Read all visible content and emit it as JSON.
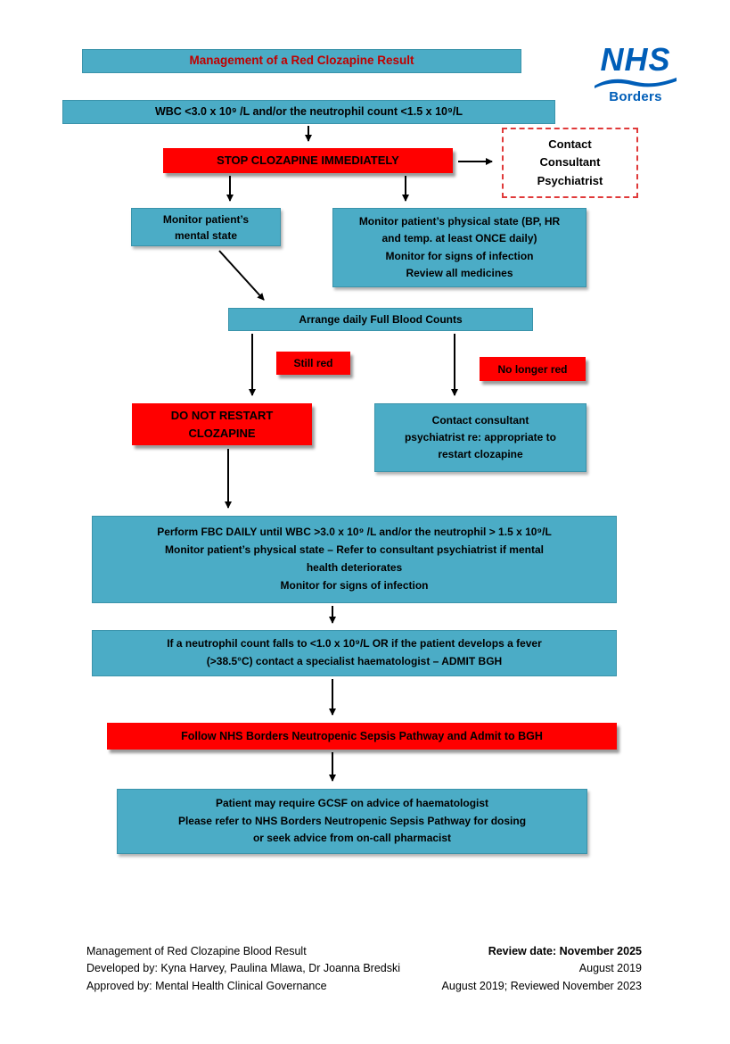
{
  "header": {
    "title": "Management of a Red Clozapine Result",
    "logo": {
      "org": "NHS",
      "region": "Borders"
    }
  },
  "colors": {
    "teal": "#4BACC6",
    "red": "#FF0000",
    "nhs_blue": "#005EB8",
    "title_text": "#C00000"
  },
  "nodes": {
    "wbc_criteria": "WBC <3.0 x 10⁹ /L and/or the neutrophil count <1.5 x 10⁹/L",
    "stop_clozapine": "STOP CLOZAPINE IMMEDIATELY",
    "contact_psychiatrist": {
      "lines": [
        "Contact",
        "Consultant",
        "Psychiatrist"
      ]
    },
    "monitor_mental": {
      "lines": [
        "Monitor patient’s",
        "mental state"
      ]
    },
    "monitor_physical": {
      "lines": [
        "Monitor patient’s physical state (BP, HR",
        "and temp. at least ONCE daily)",
        "Monitor for signs of infection",
        "Review all medicines"
      ]
    },
    "arrange_fbc": "Arrange daily Full Blood Counts",
    "still_red": "Still red",
    "no_longer_red": "No longer red",
    "do_not_restart": {
      "lines": [
        "DO NOT RESTART",
        "CLOZAPINE"
      ]
    },
    "contact_restart": {
      "lines": [
        "Contact consultant",
        "psychiatrist re: appropriate to",
        "restart clozapine"
      ]
    },
    "perform_fbc": {
      "lines": [
        "Perform FBC DAILY until WBC >3.0 x 10⁹ /L and/or the neutrophil > 1.5 x 10⁹/L",
        "Monitor patient’s physical state – Refer to consultant psychiatrist if mental",
        "health deteriorates",
        "Monitor for signs of infection"
      ]
    },
    "neutrophil_fever": {
      "lines": [
        "If a neutrophil count falls to <1.0 x 10⁹/L OR if the patient develops a fever",
        "(>38.5°C) contact a specialist haematologist – ADMIT BGH"
      ]
    },
    "sepsis_pathway": "Follow NHS Borders Neutropenic Sepsis Pathway and Admit to BGH",
    "gcsf": {
      "lines": [
        "Patient may require GCSF on advice of haematologist",
        "Please refer to NHS Borders Neutropenic Sepsis Pathway for dosing",
        "or seek advice from on-call pharmacist"
      ]
    }
  },
  "footer": {
    "left": [
      "Management of Red Clozapine Blood Result",
      "Developed by: Kyna Harvey, Paulina Mlawa, Dr Joanna Bredski",
      "Approved by: Mental Health Clinical Governance"
    ],
    "right": [
      "Review date: November 2025",
      "August 2019",
      "August 2019; Reviewed November 2023"
    ]
  }
}
